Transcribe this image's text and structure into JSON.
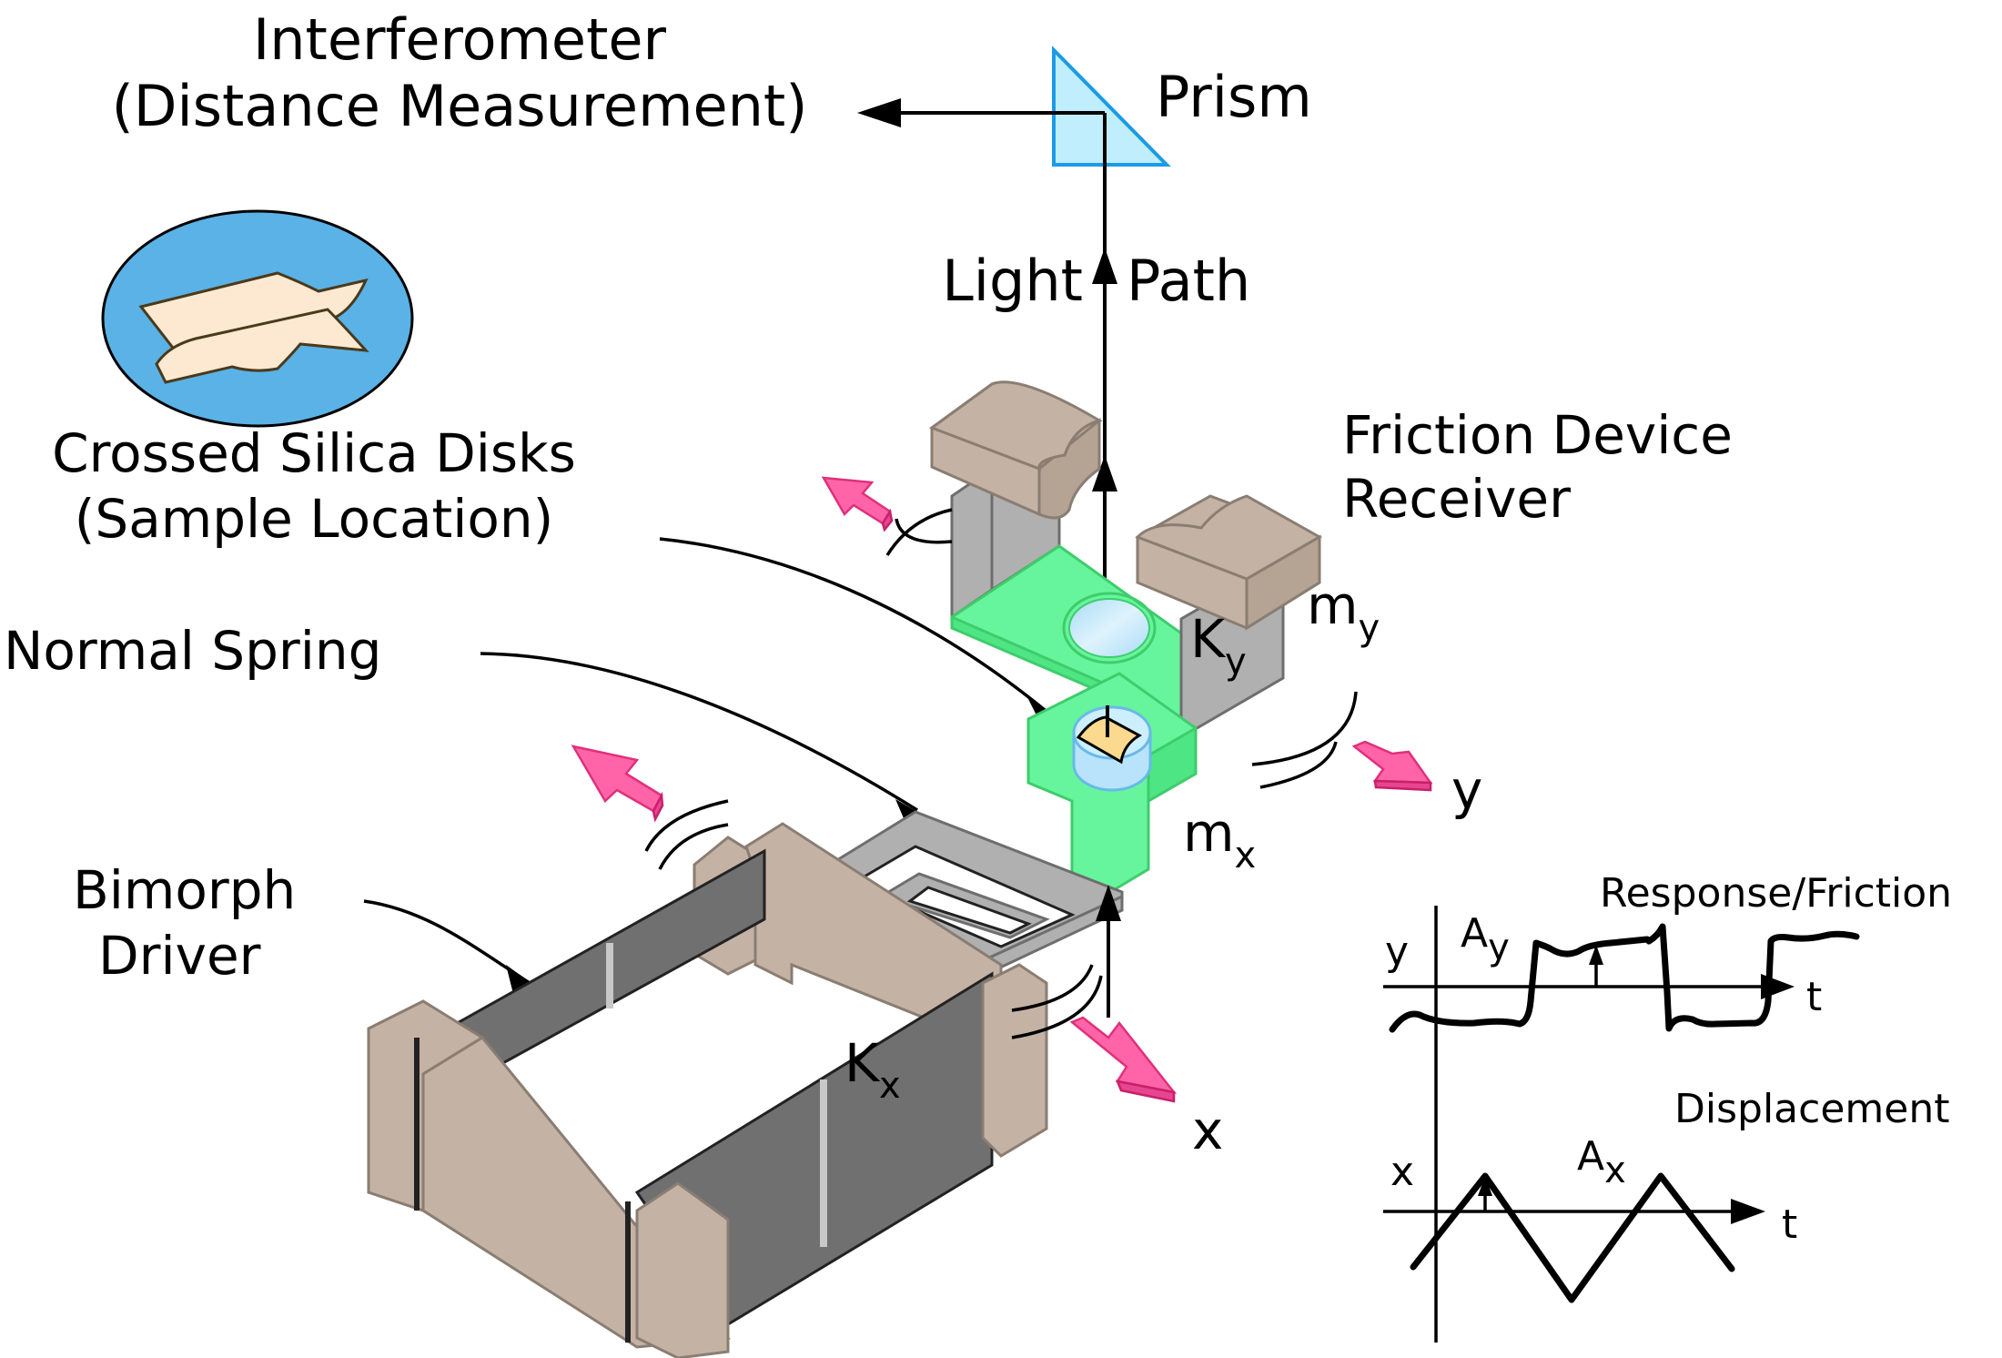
{
  "labels": {
    "interferometer_line1": "Interferometer",
    "interferometer_line2": "(Distance  Measurement)",
    "prism": "Prism",
    "light_path_left": "Light",
    "light_path_right": "Path",
    "crossed_disks_line1": "Crossed Silica Disks",
    "crossed_disks_line2": "(Sample Location)",
    "normal_spring": "Normal Spring",
    "friction_device_line1": "Friction Device",
    "friction_device_line2": "Receiver",
    "bimorph_line1": "Bimorph",
    "bimorph_line2": "Driver",
    "k_y_main": "K",
    "k_y_sub": "y",
    "m_y_main": "m",
    "m_y_sub": "y",
    "m_x_main": "m",
    "m_x_sub": "x",
    "k_x_main": "K",
    "k_x_sub": "x",
    "axis_y": "y",
    "axis_x": "x"
  },
  "graphs": {
    "response": {
      "title": "Response/Friction",
      "y_label": "y",
      "t_label": "t",
      "amp_main": "A",
      "amp_sub": "y"
    },
    "displacement": {
      "title": "Displacement",
      "y_label": "x",
      "t_label": "t",
      "amp_main": "A",
      "amp_sub": "x"
    }
  },
  "colors": {
    "disk_bg": "#5ab2e6",
    "disk_sample": "#fde9d2",
    "prism": "#c0eefc",
    "prism_stroke": "#1a9be6",
    "stage_green": "#66f59c",
    "support_tan": "#c4b2a4",
    "spring_gray": "#b0b0b0",
    "bimorph_dark": "#707070",
    "motion_arrow_pink": "#ff64a8"
  }
}
